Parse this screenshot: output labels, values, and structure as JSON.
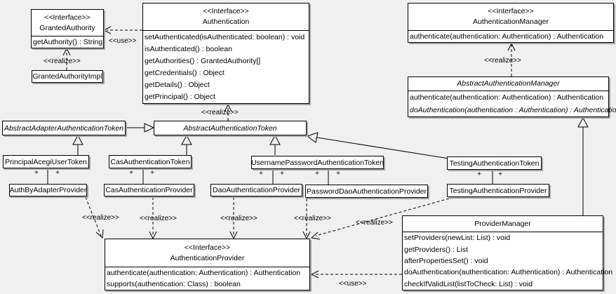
{
  "labels": {
    "realize": "<<realize>>",
    "use": "<<use>>",
    "plus": "+"
  },
  "classes": {
    "granted_authority": {
      "stereotype": "<<Interface>>",
      "name": "GrantedAuthority",
      "methods": [
        "getAuthority() : String"
      ]
    },
    "granted_authority_impl": {
      "name": "GrantedAuthorityImpl"
    },
    "authentication": {
      "stereotype": "<<Interface>>",
      "name": "Authentication",
      "methods": [
        "setAuthenticated(isAuthenticated: boolean) : void",
        "isAuthenticated() : boolean",
        "getAuthorities() : GrantedAuthority[]",
        "getCredentials() : Object",
        "getDetails() : Object",
        "getPrincipal() : Object"
      ]
    },
    "authentication_manager": {
      "stereotype": "<<Interface>>",
      "name": "AuthenticationManager",
      "methods": [
        "authenticate(authentication: Authentication) : Authentication"
      ]
    },
    "abstract_authentication_manager": {
      "name": "AbstractAuthenticationManager",
      "methods": [
        "authenticate(authentication: Authentication) : Authentication",
        "doAuthentication(authentication : Authentication) : Authentication"
      ]
    },
    "abstract_adapter_authentication_token": {
      "name": "AbstractAdapterAuthenticationToken"
    },
    "abstract_authentication_token": {
      "name": "AbstractAuthenticationToken"
    },
    "principal_acegi_user_token": {
      "name": "PrincipalAcegiUserToken"
    },
    "cas_authentication_token": {
      "name": "CasAuthenticationToken"
    },
    "username_password_authentication_token": {
      "name": "UsernamePasswordAuthenticationToken"
    },
    "testing_authentication_token": {
      "name": "TestingAuthenticationToken"
    },
    "auth_by_adapter_provider": {
      "name": "AuthByAdapterProvider"
    },
    "cas_authentication_provider": {
      "name": "CasAuthenticationProvider"
    },
    "dao_authentication_provider": {
      "name": "DaoAuthenticationProvider"
    },
    "password_dao_authentication_provider": {
      "name": "PasswordDaoAuthenticationProvider"
    },
    "testing_authentication_provider": {
      "name": "TestingAuthenticationProvider"
    },
    "authentication_provider": {
      "stereotype": "<<Interface>>",
      "name": "AuthenticationProvider",
      "methods": [
        "authenticate(authentication: Authentication) : Authentication",
        "supports(authentication: Class) : boolean"
      ]
    },
    "provider_manager": {
      "name": "ProviderManager",
      "methods": [
        "setProviders(newList: List) : void",
        "getProviders() : List",
        "afterPropertiesSet() : void",
        "doAuthentication(authentication: Authentication) : Authentication",
        "checkIfValidList(listToCheck: List) : void"
      ]
    }
  },
  "relationships": [
    {
      "type": "realize",
      "from": "GrantedAuthorityImpl",
      "to": "GrantedAuthority"
    },
    {
      "type": "use",
      "from": "Authentication",
      "to": "GrantedAuthority"
    },
    {
      "type": "realize",
      "from": "AbstractAuthenticationManager",
      "to": "AuthenticationManager"
    },
    {
      "type": "realize",
      "from": "AbstractAuthenticationToken",
      "to": "Authentication"
    },
    {
      "type": "generalization",
      "from": "AbstractAdapterAuthenticationToken",
      "to": "AbstractAuthenticationToken"
    },
    {
      "type": "generalization",
      "from": "PrincipalAcegiUserToken",
      "to": "AbstractAdapterAuthenticationToken"
    },
    {
      "type": "generalization",
      "from": "CasAuthenticationToken",
      "to": "AbstractAuthenticationToken"
    },
    {
      "type": "generalization",
      "from": "UsernamePasswordAuthenticationToken",
      "to": "AbstractAuthenticationToken"
    },
    {
      "type": "generalization",
      "from": "TestingAuthenticationToken",
      "to": "AbstractAuthenticationToken"
    },
    {
      "type": "generalization",
      "from": "ProviderManager",
      "to": "AbstractAuthenticationManager"
    },
    {
      "type": "association",
      "from": "PrincipalAcegiUserToken",
      "to": "AuthByAdapterProvider"
    },
    {
      "type": "association",
      "from": "CasAuthenticationToken",
      "to": "CasAuthenticationProvider"
    },
    {
      "type": "association",
      "from": "UsernamePasswordAuthenticationToken",
      "to": "DaoAuthenticationProvider"
    },
    {
      "type": "association",
      "from": "UsernamePasswordAuthenticationToken",
      "to": "PasswordDaoAuthenticationProvider"
    },
    {
      "type": "association",
      "from": "TestingAuthenticationToken",
      "to": "TestingAuthenticationProvider"
    },
    {
      "type": "realize",
      "from": "AuthByAdapterProvider",
      "to": "AuthenticationProvider"
    },
    {
      "type": "realize",
      "from": "CasAuthenticationProvider",
      "to": "AuthenticationProvider"
    },
    {
      "type": "realize",
      "from": "DaoAuthenticationProvider",
      "to": "AuthenticationProvider"
    },
    {
      "type": "realize",
      "from": "PasswordDaoAuthenticationProvider",
      "to": "AuthenticationProvider"
    },
    {
      "type": "realize",
      "from": "TestingAuthenticationProvider",
      "to": "AuthenticationProvider"
    },
    {
      "type": "use",
      "from": "ProviderManager",
      "to": "AuthenticationProvider"
    }
  ]
}
